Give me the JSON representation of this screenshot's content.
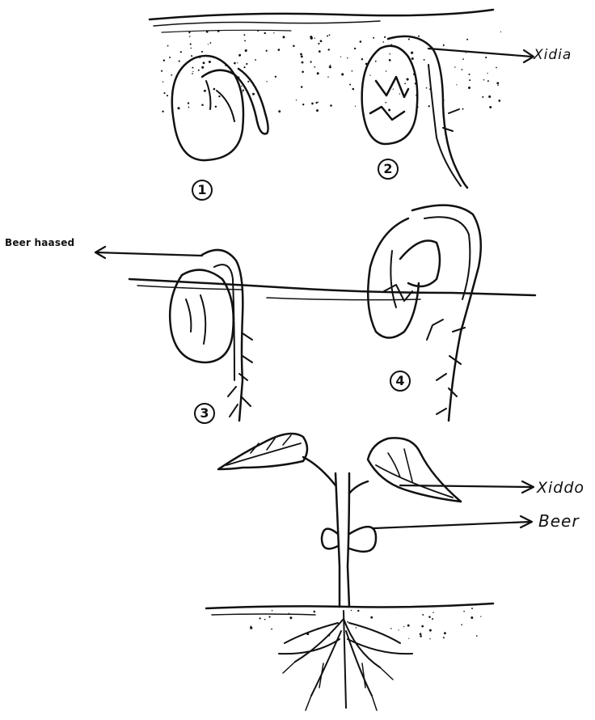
{
  "labels": {
    "xidia": "Xidia",
    "beer_haased": "Beer haased",
    "xiddo": "Xiddo",
    "beer": "Beer"
  },
  "stages": [
    {
      "number": "1"
    },
    {
      "number": "2"
    },
    {
      "number": "3"
    },
    {
      "number": "4"
    }
  ],
  "colors": {
    "ink": "#111111",
    "background": "#ffffff"
  }
}
